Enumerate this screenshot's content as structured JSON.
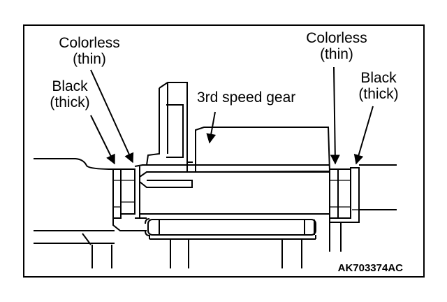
{
  "labels": {
    "left_colorless_line1": "Colorless",
    "left_colorless_line2": "(thin)",
    "left_black_line1": "Black",
    "left_black_line2": "(thick)",
    "right_colorless_line1": "Colorless",
    "right_colorless_line2": "(thin)",
    "right_black_line1": "Black",
    "right_black_line2": "(thick)",
    "gear": "3rd speed gear",
    "figure_code": "AK703374AC"
  }
}
